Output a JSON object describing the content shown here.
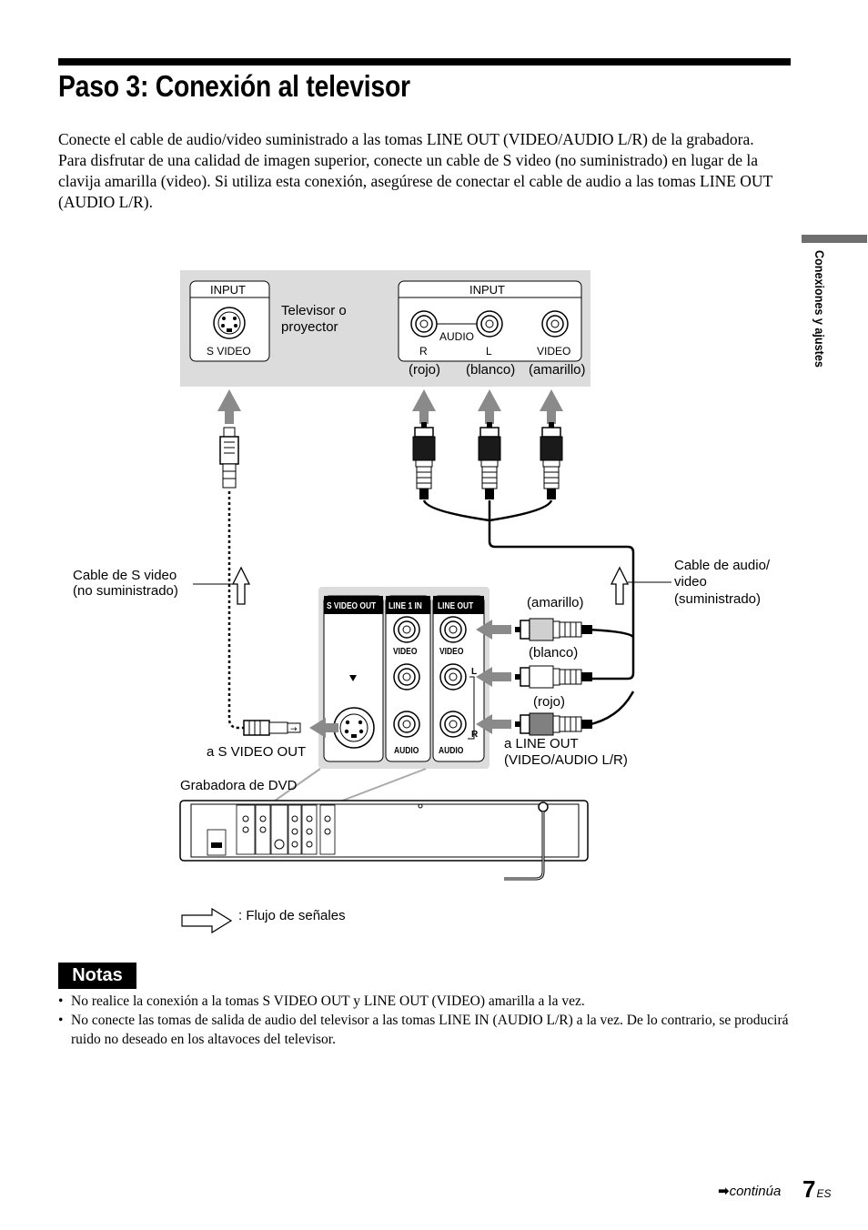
{
  "page": {
    "title": "Paso 3: Conexión al televisor",
    "intro": [
      "Conecte el cable de audio/video suministrado a las tomas LINE OUT (VIDEO/AUDIO L/R) de la grabadora.",
      "Para disfrutar de una calidad de imagen superior, conecte un cable de S video (no suministrado) en lugar de la clavija amarilla (video). Si utiliza esta conexión, asegúrese de conectar el cable de audio a las tomas LINE OUT (AUDIO L/R)."
    ],
    "sidebar_tab": "Conexiones y ajustes"
  },
  "diagram": {
    "tv": {
      "input_left": "INPUT",
      "input_right": "INPUT",
      "s_video": "S VIDEO",
      "label_line1": "Televisor o",
      "label_line2": "proyector",
      "audio": "AUDIO",
      "r": "R",
      "l": "L",
      "video": "VIDEO",
      "rojo": "(rojo)",
      "blanco": "(blanco)",
      "amarillo": "(amarillo)"
    },
    "s_cable_line1": "Cable de S video",
    "s_cable_line2": "(no suministrado)",
    "av_cable_line1": "Cable de audio/",
    "av_cable_line2": "video",
    "av_cable_line3": "(suministrado)",
    "panel": {
      "s_video_out": "S VIDEO OUT",
      "line1_in": "LINE 1 IN",
      "line_out": "LINE OUT",
      "video": "VIDEO",
      "audio": "AUDIO",
      "l": "L",
      "r": "R"
    },
    "plug_amarillo": "(amarillo)",
    "plug_blanco": "(blanco)",
    "plug_rojo": "(rojo)",
    "a_s_video_out": "a S VIDEO OUT",
    "a_line_out_line1": "a LINE OUT",
    "a_line_out_line2": "(VIDEO/AUDIO L/R)",
    "recorder": "Grabadora de DVD",
    "legend": ": Flujo de señales"
  },
  "notes": {
    "heading": "Notas",
    "items": [
      "No realice la conexión a la tomas S VIDEO OUT y LINE OUT (VIDEO) amarilla a la vez.",
      "No conecte las tomas de salida de audio del televisor a las tomas LINE IN (AUDIO L/R) a la vez. De lo contrario, se producirá ruido no deseado en los altavoces del televisor."
    ]
  },
  "footer": {
    "continua": "continúa",
    "page_number": "7",
    "page_suffix": "ES"
  }
}
